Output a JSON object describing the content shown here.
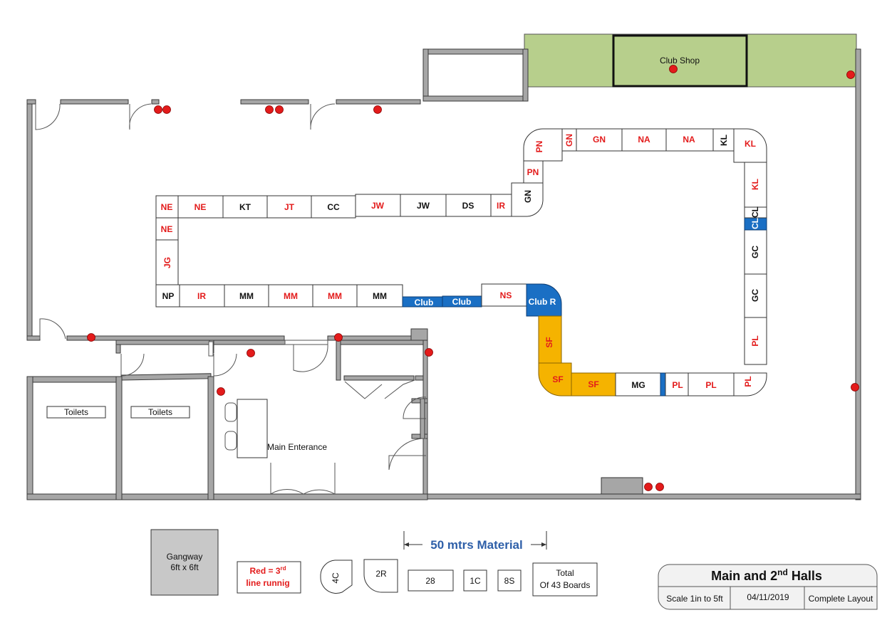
{
  "title": {
    "main": "Main and 2",
    "sup": "nd",
    "rest": " Halls"
  },
  "info": {
    "scale": "Scale 1in to 5ft",
    "date": "04/11/2019",
    "layout": "Complete Layout"
  },
  "rooms": {
    "club_shop": "Club Shop",
    "toilets_1": "Toilets",
    "toilets_2": "Toilets",
    "main_entrance": "Main Enterance"
  },
  "legend": {
    "gangway_1": "Gangway",
    "gangway_2": "6ft x 6ft",
    "red_note_1": "Red = 3",
    "red_note_sup": "rd",
    "red_note_2": "line runnig",
    "corner_4c": "4C",
    "corner_2r": "2R",
    "box_28": "28",
    "box_1c": "1C",
    "box_8s": "8S",
    "total_1": "Total",
    "total_2": "Of 43 Boards",
    "material": "50 mtrs Material"
  },
  "boards": {
    "top_row": [
      "NE",
      "NE",
      "KT",
      "JT",
      "CC",
      "JW",
      "JW",
      "DS",
      "IR"
    ],
    "left_col": [
      "NE",
      "JG"
    ],
    "bottom_row": [
      "NP",
      "IR",
      "MM",
      "MM",
      "MM",
      "MM",
      "Club",
      "Club",
      "NS",
      "Club R"
    ],
    "right_section": [
      "SF",
      "SF",
      "SF",
      "MG",
      "PL",
      "PL",
      "PL",
      "PL",
      "GC",
      "GC",
      "CL",
      "CL",
      "KL",
      "KL",
      "KL",
      "NA",
      "NA",
      "GN",
      "GN",
      "PN",
      "PN",
      "GN"
    ]
  },
  "colors": {
    "red_text": "#e31b1b",
    "club_blue": "#1a6fc4",
    "sf_orange": "#f5b300",
    "grass": "#b7cf8c",
    "wall_grey": "#a6a6a6",
    "material_blue": "#2e5fa8"
  }
}
